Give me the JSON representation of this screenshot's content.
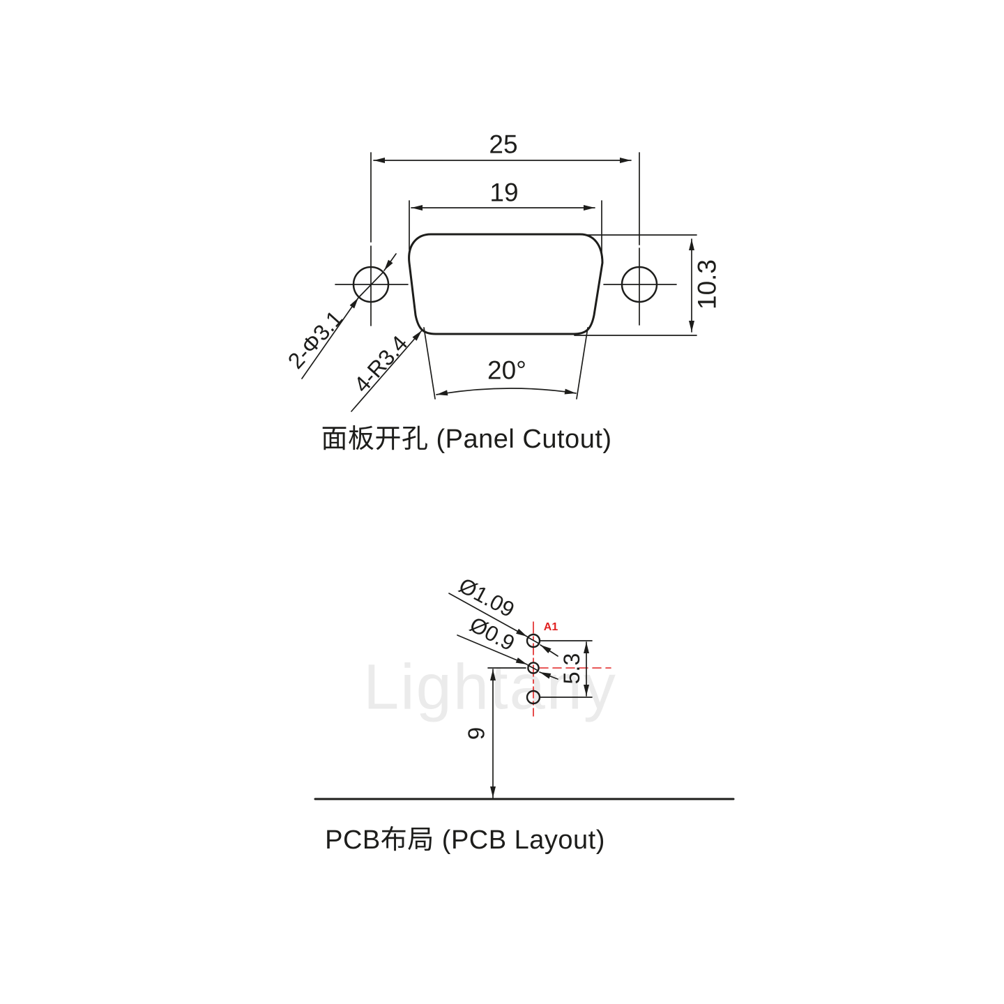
{
  "watermark": "Lightany",
  "colors": {
    "ink": "#1d1d1b",
    "accent_red": "#e02020",
    "watermark_gray": "#ebebeb",
    "background": "#ffffff"
  },
  "panel_cutout": {
    "title": "面板开孔 (Panel Cutout)",
    "dim_outer_width": "25",
    "dim_inner_width": "19",
    "dim_height": "10.3",
    "dim_mount_holes": "2-Φ3.1",
    "dim_corner_radius": "4-R3.4",
    "dim_side_angle": "20°"
  },
  "pcb_layout": {
    "title": "PCB布局 (PCB Layout)",
    "dim_hole_dia_large": "Ø1.09",
    "dim_hole_dia_small": "Ø0.9",
    "pin_label": "A1",
    "dim_pin_span": "5.3",
    "dim_edge_offset": "9"
  }
}
